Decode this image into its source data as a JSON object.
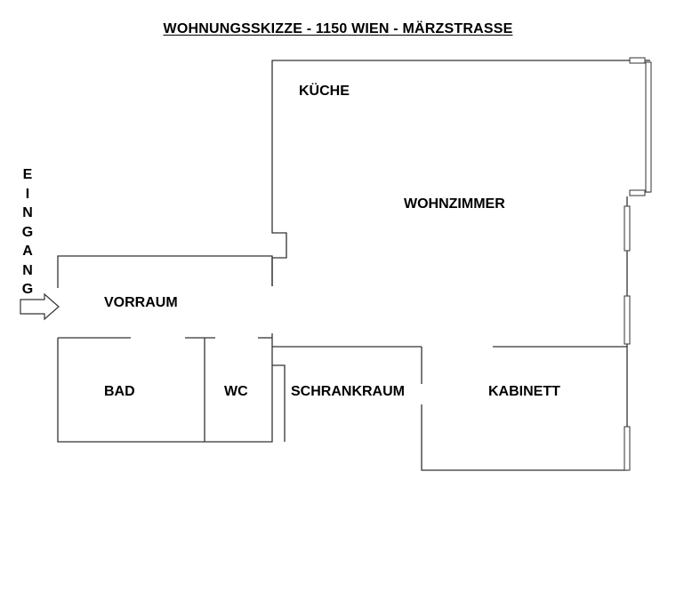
{
  "title": "WOHNUNGSSKIZZE - 1150 WIEN - MÄRZSTRASSE",
  "rooms": {
    "kueche": "KÜCHE",
    "wohnzimmer": "WOHNZIMMER",
    "vorraum": "VORRAUM",
    "bad": "BAD",
    "wc": "WC",
    "schrankraum": "SCHRANKRAUM",
    "kabinett": "KABINETT"
  },
  "entrance": {
    "letters": [
      "E",
      "I",
      "N",
      "G",
      "A",
      "N",
      "G"
    ]
  }
}
